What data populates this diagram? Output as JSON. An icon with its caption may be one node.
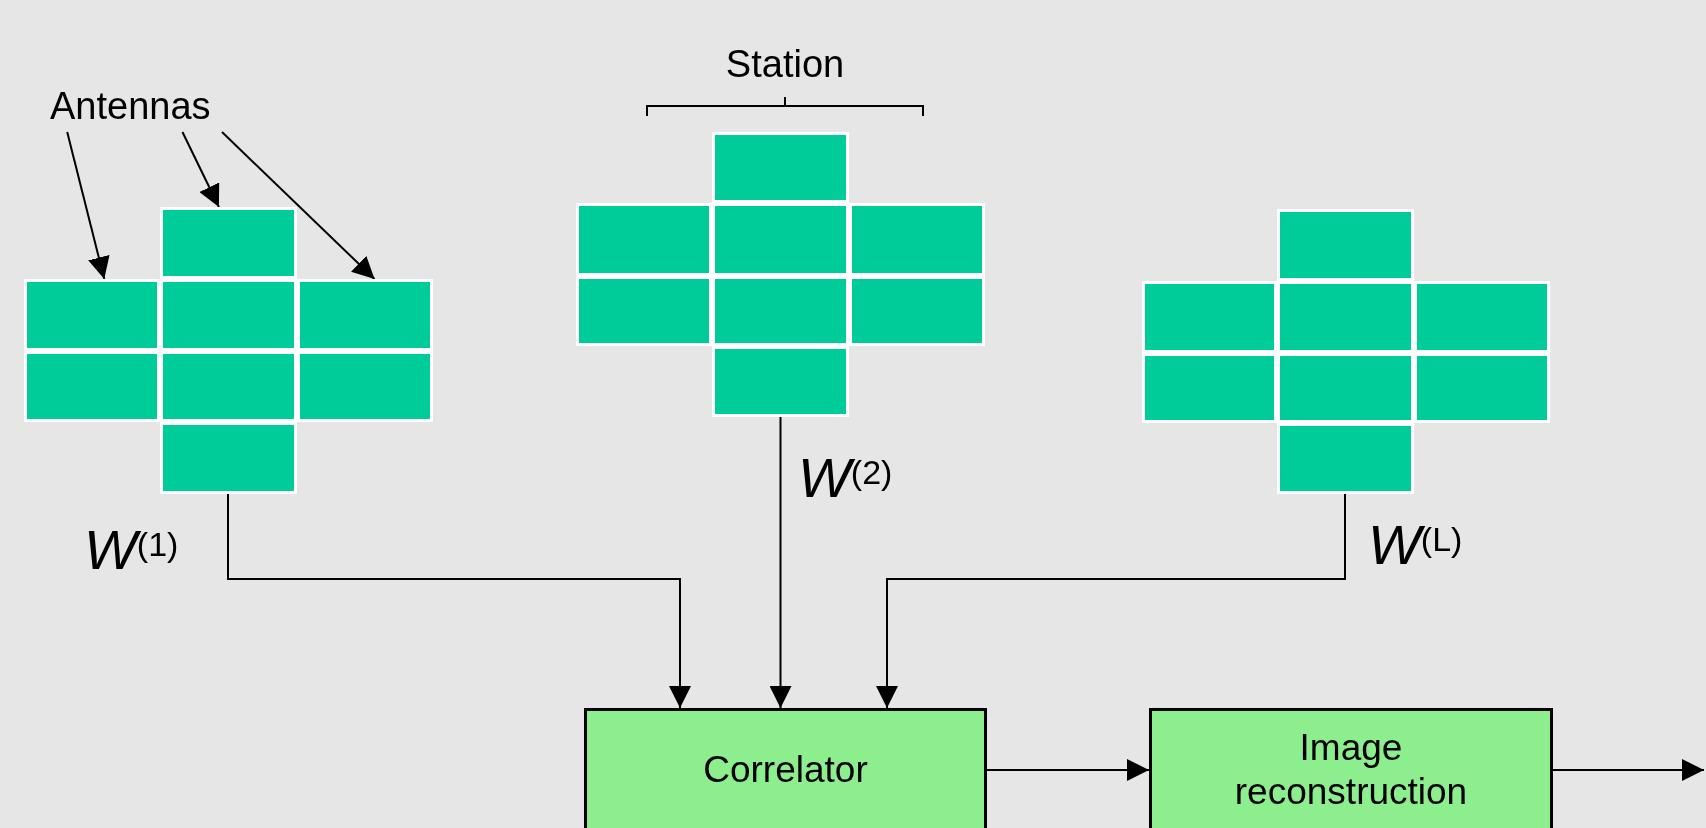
{
  "diagram": {
    "nodes": [
      {
        "text": [
          "Antennas"
        ]
      },
      {
        "text": [],
        "shape": "box"
      },
      {
        "text": [],
        "shape": "box"
      },
      {
        "text": [],
        "shape": "box"
      },
      {
        "text": [],
        "shape": "box"
      },
      {
        "text": [],
        "shape": "box"
      },
      {
        "text": [],
        "shape": "box"
      },
      {
        "text": [],
        "shape": "box"
      },
      {
        "text": [],
        "shape": "box"
      },
      {
        "text": [],
        "shape": "box"
      },
      {
        "text": [],
        "shape": "box"
      },
      {
        "text": [],
        "shape": "box"
      },
      {
        "text": [],
        "shape": "box"
      },
      {
        "text": [],
        "shape": "box"
      },
      {
        "text": [],
        "shape": "box"
      },
      {
        "text": [],
        "shape": "box"
      },
      {
        "text": [],
        "shape": "box"
      },
      {
        "text": [],
        "shape": "box"
      },
      {
        "text": [],
        "shape": "box"
      },
      {
        "text": [],
        "shape": "box"
      },
      {
        "text": [],
        "shape": "box"
      },
      {
        "text": [],
        "shape": "box"
      },
      {
        "text": [],
        "shape": "box"
      },
      {
        "text": [],
        "shape": "box"
      },
      {
        "text": [],
        "shape": "box"
      },
      {
        "text": [
          "Correlator"
        ]
      },
      {
        "text": [
          "Image reconstruction"
        ]
      }
    ],
    "edges": [
      {
        "from": 0,
        "to": 2,
        "arrow": "to"
      },
      {
        "from": 0,
        "to": 1,
        "arrow": "to"
      },
      {
        "from": 0,
        "to": 4,
        "arrow": "to"
      },
      {
        "from": 8,
        "to": 25,
        "arrow": "to",
        "label": "*W*$^{(1)}$"
      },
      {
        "from": 16,
        "to": 25,
        "arrow": "to",
        "label": "*W*$^{(2)}$"
      },
      {
        "from": 24,
        "to": 25,
        "arrow": "to",
        "label": "*W*$^{(L)}$"
      },
      {
        "from": 25,
        "to": 26,
        "arrow": "to"
      },
      {
        "from": 26,
        "to": null,
        "arrow": "to"
      }
    ],
    "labels": [
      "Station"
    ]
  }
}
